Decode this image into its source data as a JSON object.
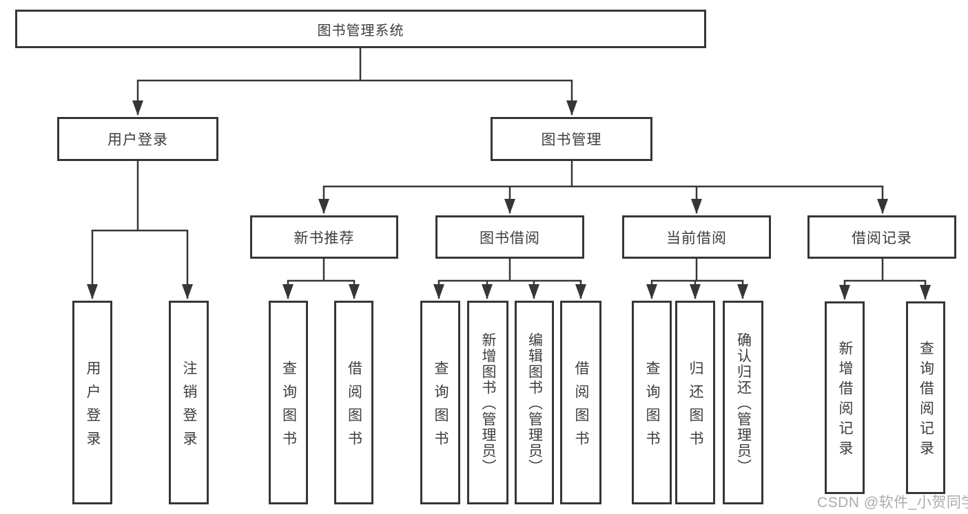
{
  "diagram": {
    "type": "hierarchy-tree",
    "root": {
      "label": "图书管理系统",
      "children": [
        {
          "label": "用户登录",
          "children": [
            {
              "label": "用户登录"
            },
            {
              "label": "注销登录"
            }
          ]
        },
        {
          "label": "图书管理",
          "children": [
            {
              "label": "新书推荐",
              "children": [
                {
                  "label": "查询图书"
                },
                {
                  "label": "借阅图书"
                }
              ]
            },
            {
              "label": "图书借阅",
              "children": [
                {
                  "label": "查询图书"
                },
                {
                  "label": "新增图书（管理员）"
                },
                {
                  "label": "编辑图书（管理员）"
                },
                {
                  "label": "借阅图书"
                }
              ]
            },
            {
              "label": "当前借阅",
              "children": [
                {
                  "label": "查询图书"
                },
                {
                  "label": "归还图书"
                },
                {
                  "label": "确认归还（管理员）"
                }
              ]
            },
            {
              "label": "借阅记录",
              "children": [
                {
                  "label": "新增借阅记录"
                },
                {
                  "label": "查询借阅记录"
                }
              ]
            }
          ]
        }
      ]
    },
    "watermark": "CSDN @软件_小贺同学",
    "colors": {
      "line": "#363636",
      "text": "#3d3d3d",
      "watermark": "#ababab",
      "background": "#ffffff"
    }
  }
}
